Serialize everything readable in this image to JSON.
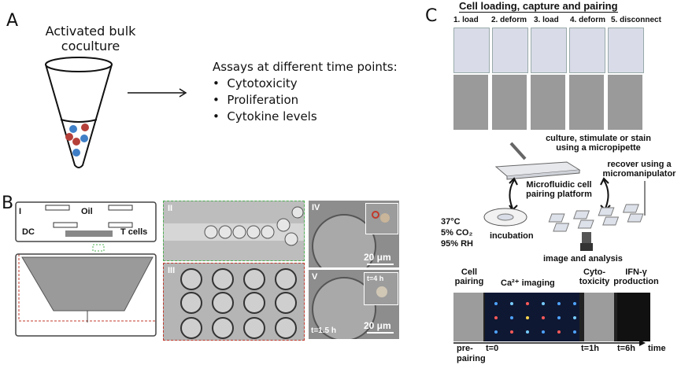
{
  "panelA": {
    "letter": "A",
    "title_line1": "Activated bulk",
    "title_line2": "coculture",
    "assays_title": "Assays at different time points:",
    "assays": [
      "Cytotoxicity",
      "Proliferation",
      "Cytokine levels"
    ],
    "bullet": "•"
  },
  "panelB": {
    "letter": "B",
    "i_label": "I",
    "oil_label": "Oil",
    "dc_label": "DC",
    "tcells_label": "T cells",
    "ii_label": "II",
    "iii_label": "III",
    "iv_label": "IV",
    "v_label": "V",
    "scale_iv": "20 μm",
    "scale_v": "20 μm",
    "time_v": "t=1.5 h",
    "time_inset": "t=4 h"
  },
  "panelC": {
    "letter": "C",
    "header": "Cell loading, capture and pairing",
    "steps": [
      "1. load",
      "2. deform",
      "3. load",
      "4. deform",
      "5. disconnect"
    ],
    "culture_line1": "culture, stimulate or stain",
    "culture_line2": "using a micropipette",
    "recover_line1": "recover using a",
    "recover_line2": "micromanipulator",
    "platform_line1": "Microfluidic cell",
    "platform_line2": "pairing platform",
    "temp": "37°C",
    "co2": "5% CO₂",
    "rh": "95% RH",
    "incubation": "incubation",
    "image_analysis": "image and analysis",
    "timeline_labels": {
      "cell_pairing_1": "Cell",
      "cell_pairing_2": "pairing",
      "calcium": "Ca²⁺ imaging",
      "cyto_1": "Cyto-",
      "cyto_2": "toxicity",
      "ifn_1": "IFN-γ",
      "ifn_2": "production"
    },
    "time_points": {
      "pre_1": "pre-",
      "pre_2": "pairing",
      "t0": "t=0",
      "t1": "t=1h",
      "t6": "t=6h",
      "time": "time"
    }
  },
  "colors": {
    "red_cell": "#b5403a",
    "blue_cell": "#3f7fc7",
    "red_dash": "#c0392b",
    "green_dash": "#4caf50"
  }
}
